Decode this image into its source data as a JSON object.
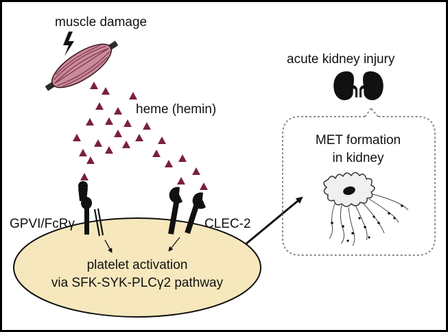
{
  "labels": {
    "muscle_damage": "muscle damage",
    "heme": "heme (hemin)",
    "acute_kidney_injury": "acute kidney injury",
    "met_line1": "MET formation",
    "met_line2": "in kidney",
    "gpvi": "GPVI/FcRγ",
    "clec2": "CLEC-2",
    "platelet_line1": "platelet activation",
    "platelet_line2": "via SFK-SYK-PLCγ2 pathway"
  },
  "colors": {
    "muscle": "#c98a9c",
    "muscle_stripe": "#7a3346",
    "heme": "#7a1f43",
    "platelet": "#f6e7bd",
    "receptor": "#111111",
    "kidney": "#111111",
    "dashed_box": "#8a8a8a",
    "frame": "#000000"
  },
  "icons": [
    "lightning-icon",
    "muscle-icon",
    "kidney-icon",
    "macrophage-icon",
    "gpvi-receptor-icon",
    "clec2-receptor-icon"
  ]
}
